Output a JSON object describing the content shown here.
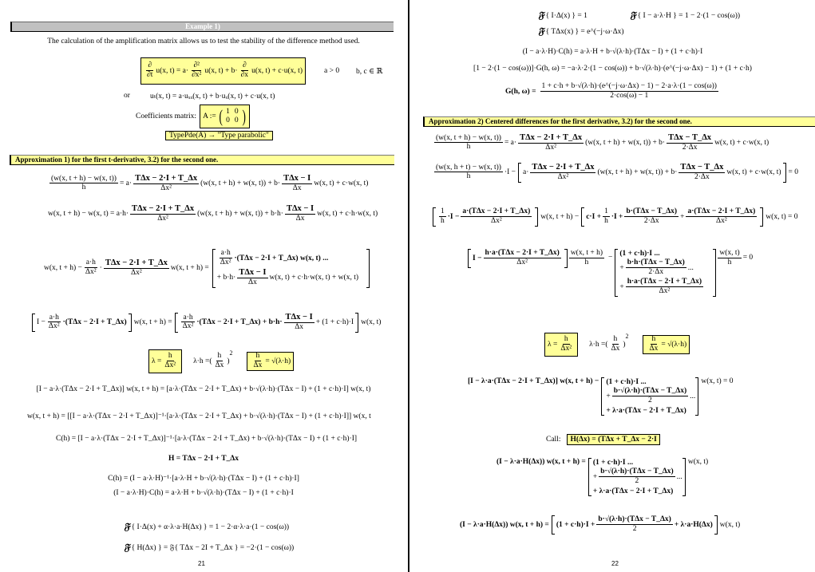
{
  "left_page": {
    "header": "Example 1)",
    "intro": "The calculation of the amplification matrix allows us to test the stability of the difference method used.",
    "pde": {
      "lhs_num": "∂",
      "lhs_den": "∂t",
      "lhs": "u(x, t) = a·",
      "d2_num": "∂²",
      "d2_den": "∂x²",
      "mid": "u(x, t) + b·",
      "d1_num": "∂",
      "d1_den": "∂x",
      "rhs": "u(x, t) + c·u(x, t)",
      "cond1": "a > 0",
      "cond2": "b, c ∈ ℝ"
    },
    "or_label": "or",
    "pde_short": "uₜ(x, t) = a·uₓₓ(x, t) + b·uₓ(x, t) + c·u(x, t)",
    "coeff_label": "Coefficients matrix:",
    "coeff_lhs": "A :=",
    "coeff_matrix": [
      [
        "1",
        "0"
      ],
      [
        "0",
        "0"
      ]
    ],
    "typepde": "TypePde(A) → \"Type parabolic\"",
    "approx1_header": "Approximation 1) for the first t-derivative, 3.2) for the second one.",
    "eq1": {
      "lhs_num": "(w(x, t + h) − w(x, t))",
      "lhs_den": "h",
      "a": "= a·",
      "f1_num": "TΔx − 2·I + T_Δx",
      "f1_den": "Δx²",
      "mid": "(w(x, t + h) + w(x, t)) + b·",
      "f2_num": "TΔx − I",
      "f2_den": "Δx",
      "rhs": "w(x, t) + c·w(x, t)"
    },
    "eq2": {
      "lhs": "w(x, t + h) − w(x, t) = a·h·",
      "f1_num": "TΔx − 2·I + T_Δx",
      "f1_den": "Δx²",
      "mid": "(w(x, t + h) + w(x, t)) + b·h·",
      "f2_num": "TΔx − I",
      "f2_den": "Δx",
      "rhs": "w(x, t) + c·h·w(x, t)"
    },
    "eq3": {
      "lhs": "w(x, t + h) −",
      "f1_num": "a·h",
      "f1_den": "Δx²",
      "f2_num": "TΔx − 2·I + T_Δx",
      "f2_den": "Δx²",
      "mid": "w(x, t + h) =",
      "row1_f_num": "a·h",
      "row1_f_den": "Δx²",
      "row1": "·(TΔx − 2·I + T_Δx) w(x, t) ...",
      "row2_pre": "+ b·h·",
      "row2_f_num": "TΔx − I",
      "row2_f_den": "Δx",
      "row2": "w(x, t) + c·h·w(x, t) + w(x, t)"
    },
    "eq4": {
      "l_pre": "I −",
      "l_f_num": "a·h",
      "l_f_den": "Δx²",
      "l_post": "·(TΔx − 2·I + T_Δx)",
      "mid": "w(x, t + h) =",
      "r_f_num": "a·h",
      "r_f_den": "Δx²",
      "r_1": "·(TΔx − 2·I + T_Δx) + b·h·",
      "r_f2_num": "TΔx − I",
      "r_f2_den": "Δx",
      "r_2": "+ (1 + c·h)·I",
      "rhs": "w(x, t)"
    },
    "defs": {
      "lambda_lhs": "λ =",
      "lambda_num": "h",
      "lambda_den": "Δx²",
      "lh_lhs": "λ·h =",
      "lh_num": "h",
      "lh_den": "Δx",
      "lh_pow": "2",
      "ratio_num": "h",
      "ratio_den": "Δx",
      "ratio_rhs": "= √(λ·h)"
    },
    "eq5": "[I − a·λ·(TΔx − 2·I + T_Δx)] w(x, t + h) = [a·λ·(TΔx − 2·I + T_Δx) + b·√(λ·h)·(TΔx − I) + (1 + c·h)·I] w(x, t)",
    "eq6": "w(x, t + h) = [[I − a·λ·(TΔx − 2·I + T_Δx)]⁻¹·[a·λ·(TΔx − 2·I + T_Δx) + b·√(λ·h)·(TΔx − I) + (1 + c·h)·I]] w(x, t",
    "eq7": "C(h) = [I − a·λ·(TΔx − 2·I + T_Δx)]⁻¹·[a·λ·(TΔx − 2·I + T_Δx) + b·√(λ·h)·(TΔx − I) + (1 + c·h)·I]",
    "eq8": "H = TΔx − 2·I + T_Δx",
    "eq9": "C(h) = (I − a·λ·H)⁻¹·[a·λ·H + b·√(λ·h)·(TΔx − I) + (1 + c·h)·I]",
    "eq10": "(I − a·λ·H)·C(h) = a·λ·H + b·√(λ·h)·(TΔx − I) + (1 + c·h)·I",
    "fourier_symbol": "𝔉",
    "ft1": "{ I·Δ(x) + α·λ·a·H(Δx) } = 1 − 2·α·λ·a·(1 − cos(ω))",
    "ft2": "{ H(Δx) } = 𝔉{ TΔx − 2I + T_Δx } = −2·(1 − cos(ω))",
    "page_number": "21"
  },
  "right_page": {
    "fourier_symbol": "𝔉",
    "ft1": "{ I·Δ(x) } = 1",
    "ft2": "{ I − a·λ·H } = 1 − 2·(1 − cos(ω))",
    "ft3": "{ TΔx(x) } = e^(−j·ω·Δx)",
    "eq1": "(I − a·λ·H)·C(h) = a·λ·H + b·√(λ·h)·(TΔx − I) + (1 + c·h)·I",
    "eq2": "[1 − 2·(1 − cos(ω))]·G(h, ω) = −a·λ·2·(1 − cos(ω)) + b·√(λ·h)·(e^(−j·ω·Δx) − 1) + (1 + c·h)",
    "eq3": {
      "lhs": "G(h, ω) =",
      "num": "1 + c·h + b·√(λ·h)·(e^(−j·ω·Δx) − 1) − 2·a·λ·(1 − cos(ω))",
      "den": "2·cos(ω) − 1"
    },
    "approx2_header": "Approximation 2) Centered differences for the first derivative, 3.2) for the second one.",
    "eq4": {
      "lhs_num": "(w(x, t + h) − w(x, t))",
      "lhs_den": "h",
      "a": "= a·",
      "f1_num": "TΔx − 2·I + T_Δx",
      "f1_den": "Δx²",
      "mid": "(w(x, t + h) + w(x, t)) + b·",
      "f2_num": "TΔx − T_Δx",
      "f2_den": "2·Δx",
      "rhs": "w(x, t) + c·w(x, t)"
    },
    "eq5": {
      "lhs_num": "(w(x, h + t) − w(x, t))",
      "lhs_den": "h",
      "op": "·I −",
      "a": "a·",
      "f1_num": "TΔx − 2·I + T_Δx",
      "f1_den": "Δx²",
      "mid": "(w(x, t + h) + w(x, t)) + b·",
      "f2_num": "TΔx − T_Δx",
      "f2_den": "2·Δx",
      "rhs": "w(x, t) + c·w(x, t)",
      "eq": "= 0"
    },
    "eq6": {
      "f0_num": "1",
      "f0_den": "h",
      "l1": "·I −",
      "f1_num": "a·(TΔx − 2·I + T_Δx)",
      "f1_den": "Δx²",
      "mid": "w(x, t + h) −",
      "r0": "c·I +",
      "r_f0_num": "1",
      "r_f0_den": "h",
      "r1": "·I +",
      "f2_num": "b·(TΔx − T_Δx)",
      "f2_den": "2·Δx",
      "plus": "+",
      "f3_num": "a·(TΔx − 2·I + T_Δx)",
      "f3_den": "Δx²",
      "rhs": "w(x, t) = 0"
    },
    "eq7": {
      "l0": "I −",
      "f1_num": "h·a·(TΔx − 2·I + T_Δx)",
      "f1_den": "Δx²",
      "f2_num": "w(x, t + h)",
      "f2_den": "h",
      "minus": "−",
      "row1": "(1 + c·h)·I ...",
      "row2_num": "b·h·(TΔx − T_Δx)",
      "row2_den": "2·Δx",
      "row3_num": "h·a·(TΔx − 2·I + T_Δx)",
      "row3_den": "Δx²",
      "f3_num": "w(x, t)",
      "f3_den": "h",
      "eq": "= 0"
    },
    "defs": {
      "lambda_lhs": "λ =",
      "lambda_num": "h",
      "lambda_den": "Δx²",
      "lh_lhs": "λ·h =",
      "lh_num": "h",
      "lh_den": "Δx",
      "lh_pow": "2",
      "ratio_num": "h",
      "ratio_den": "Δx",
      "ratio_rhs": "= √(λ·h)"
    },
    "eq8": {
      "lhs": "[I − λ·a·(TΔx − 2·I + T_Δx)] w(x, t + h) −",
      "row1": "(1 + c·h)·I ...",
      "row2_num": "b·√(λ·h)·(TΔx − T_Δx)",
      "row2_den": "2",
      "row3": "+ λ·a·(TΔx − 2·I + T_Δx)",
      "rhs": "w(x, t) = 0"
    },
    "call_label": "Call:",
    "call_def": "H(Δx) = (TΔx + T_Δx − 2·I",
    "eq9": {
      "lhs": "(I − λ·a·H(Δx)) w(x, t + h) =",
      "row1": "(1 + c·h)·I ...",
      "row2_num": "b·√(λ·h)·(TΔx − T_Δx)",
      "row2_den": "2",
      "row3": "+ λ·a·(TΔx − 2·I + T_Δx)",
      "rhs": "w(x, t)"
    },
    "eq10": {
      "lhs": "(I − λ·a·H(Δx)) w(x, t + h) =",
      "r0": "(1 + c·h)·I +",
      "f_num": "b·√(λ·h)·(TΔx − T_Δx)",
      "f_den": "2",
      "r1": "+ λ·a·H(Δx)",
      "rhs": "w(x, t)"
    },
    "page_number": "22"
  },
  "colors": {
    "highlight": "#ffff99",
    "section_gray": "#c0c0c0"
  }
}
